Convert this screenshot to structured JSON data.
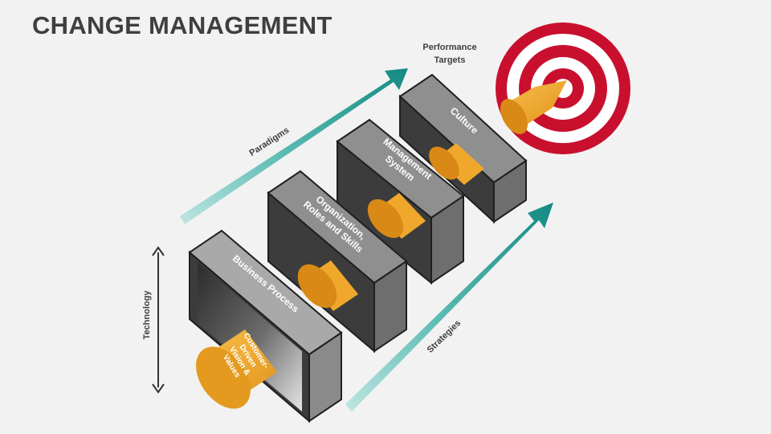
{
  "title": "CHANGE MANAGEMENT",
  "labels": {
    "performance_targets_line1": "Performance",
    "performance_targets_line2": "Targets",
    "paradigms": "Paradigms",
    "strategies": "Strategies",
    "technology": "Technology"
  },
  "blocks": [
    {
      "lines": [
        "Business Process"
      ]
    },
    {
      "lines": [
        "Organization,",
        "Roles and Skills"
      ]
    },
    {
      "lines": [
        "Management",
        "System"
      ]
    },
    {
      "lines": [
        "Culture"
      ]
    }
  ],
  "cylinder": {
    "lines": [
      "Customer-",
      "Driven",
      "Vision &",
      "Values"
    ]
  },
  "colors": {
    "background": "#f2f2f2",
    "title": "#3f3f3f",
    "teal": "#1e9a92",
    "orange": "#f0a82c",
    "target_red": "#c8102e",
    "block_top": "#8f8f8f",
    "block_front": "#3c3c3c",
    "block_side": "#707070"
  }
}
